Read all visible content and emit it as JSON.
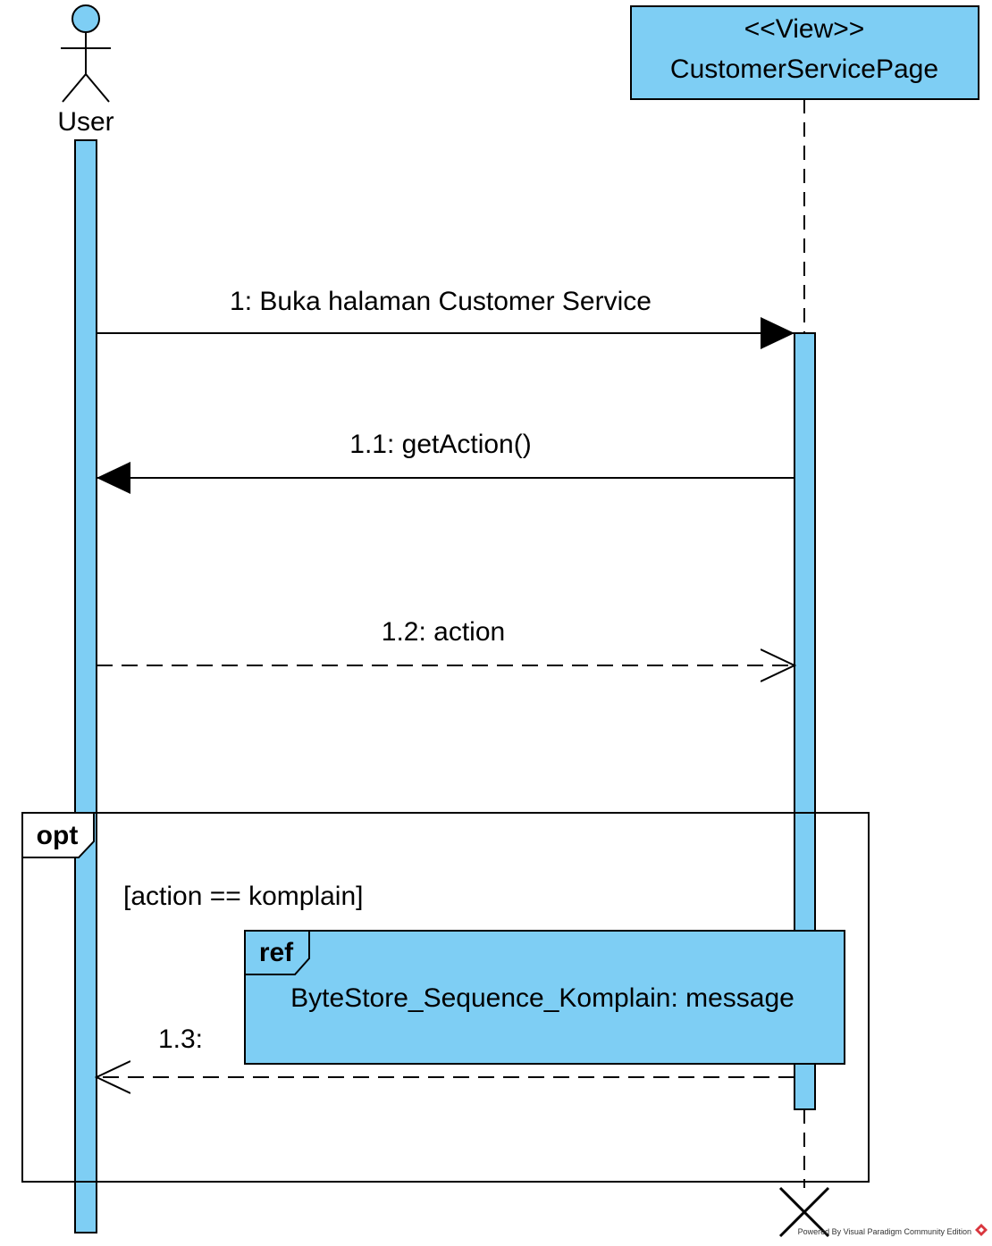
{
  "lifelines": {
    "user": {
      "label": "User"
    },
    "view": {
      "stereotype": "<<View>>",
      "label": "CustomerServicePage"
    }
  },
  "messages": [
    {
      "id": "m1",
      "label": "1: Buka halaman Customer Service",
      "style": "sync",
      "direction": "user-to-view"
    },
    {
      "id": "m2",
      "label": "1.1: getAction()",
      "style": "sync",
      "direction": "view-to-user"
    },
    {
      "id": "m3",
      "label": "1.2: action",
      "style": "return",
      "direction": "user-to-view"
    },
    {
      "id": "m4",
      "label": "1.3:",
      "style": "return",
      "direction": "view-to-user"
    }
  ],
  "opt_frame": {
    "tag": "opt",
    "guard": "[action == komplain]"
  },
  "ref_frame": {
    "tag": "ref",
    "text": "ByteStore_Sequence_Komplain: message"
  },
  "watermark": "Powered By Visual Paradigm Community Edition",
  "colors": {
    "fill": "#7ecef4",
    "stroke": "#000000",
    "background": "#ffffff"
  }
}
